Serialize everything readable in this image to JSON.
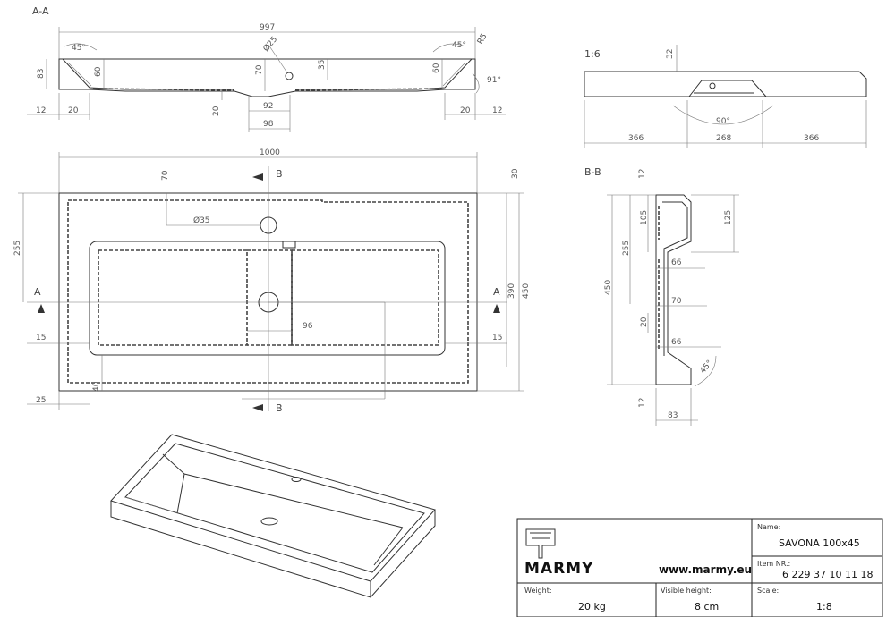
{
  "views": {
    "section_aa": "A-A",
    "detail_scale": "1:6",
    "section_bb": "B-B"
  },
  "section_aa_dims": {
    "width": "997",
    "angle_left": "45°",
    "angle_right": "45°",
    "radius": "R5",
    "drain_dia": "Ø25",
    "h83": "83",
    "h60_left": "60",
    "h60_right": "60",
    "h70": "70",
    "h35": "35",
    "a91": "91°",
    "d12_left": "12",
    "d20_left": "20",
    "d20_mid": "20",
    "d92": "92",
    "d98": "98",
    "d20_right": "20",
    "d12_right": "12"
  },
  "detail_dims": {
    "h32": "32",
    "angle": "90°",
    "w366_left": "366",
    "w268": "268",
    "w366_right": "366"
  },
  "plan_dims": {
    "width": "1000",
    "d70": "70",
    "d35": "Ø35",
    "d30": "30",
    "d255": "255",
    "d390": "390",
    "d450": "450",
    "d15_left": "15",
    "d15_right": "15",
    "d96": "96",
    "d40": "40",
    "d25": "25",
    "cut_a_left": "A",
    "cut_a_right": "A",
    "cut_b_top": "B",
    "cut_b_bottom": "B"
  },
  "section_bb_dims": {
    "d12_top": "12",
    "d105": "105",
    "d125": "125",
    "d255": "255",
    "d66_top": "66",
    "d450": "450",
    "d70": "70",
    "d20": "20",
    "d66_bottom": "66",
    "angle": "45°",
    "d12_bottom": "12",
    "d83": "83"
  },
  "title_block": {
    "brand": "MARMY",
    "website": "www.marmy.eu",
    "name_label": "Name:",
    "name_value": "SAVONA 100x45",
    "item_label": "Item NR.:",
    "item_value": "6 229 37 10 11 18",
    "weight_label": "Weight:",
    "weight_value": "20 kg",
    "visible_height_label": "Visible height:",
    "visible_height_value": "8 cm",
    "scale_label": "Scale:",
    "scale_value": "1:8"
  }
}
